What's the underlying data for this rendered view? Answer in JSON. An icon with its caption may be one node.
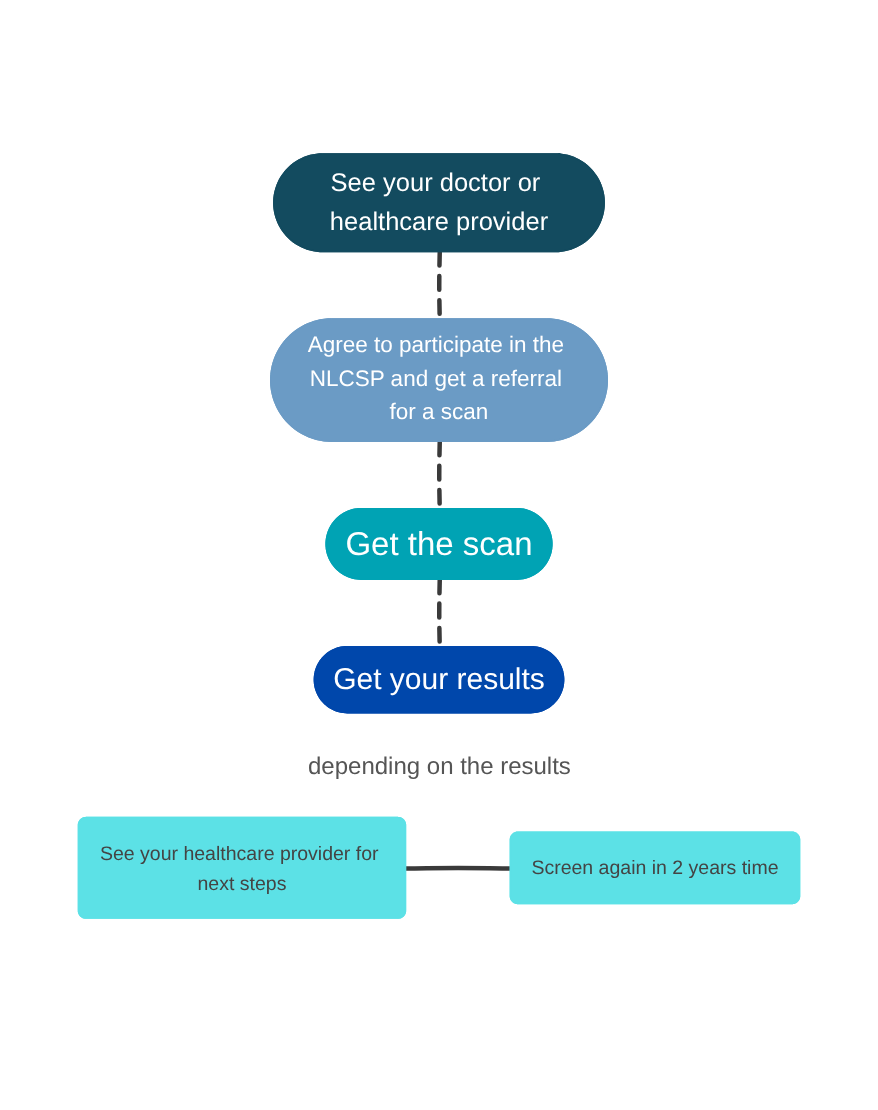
{
  "diagram": {
    "nodes": [
      {
        "text": [
          "See your doctor or healthcare provider"
        ]
      },
      {
        "text": [
          "Agree to participate in the NLCSP and get a referral for a scan"
        ]
      },
      {
        "text": [
          "Get the scan"
        ]
      },
      {
        "text": [
          "Get your results"
        ]
      },
      {
        "text": [
          "See your healthcare provider for next steps"
        ]
      },
      {
        "text": [
          "Screen again in 2 years time"
        ]
      }
    ],
    "edges": [
      {
        "from": 0,
        "to": 1,
        "arrow": "none",
        "style": "dashed"
      },
      {
        "from": 1,
        "to": 2,
        "arrow": "none",
        "style": "dashed"
      },
      {
        "from": 2,
        "to": 3,
        "arrow": "none",
        "style": "dashed"
      },
      {
        "from": 4,
        "to": 5,
        "arrow": "none"
      }
    ],
    "labels": [
      "depending on the results"
    ]
  }
}
